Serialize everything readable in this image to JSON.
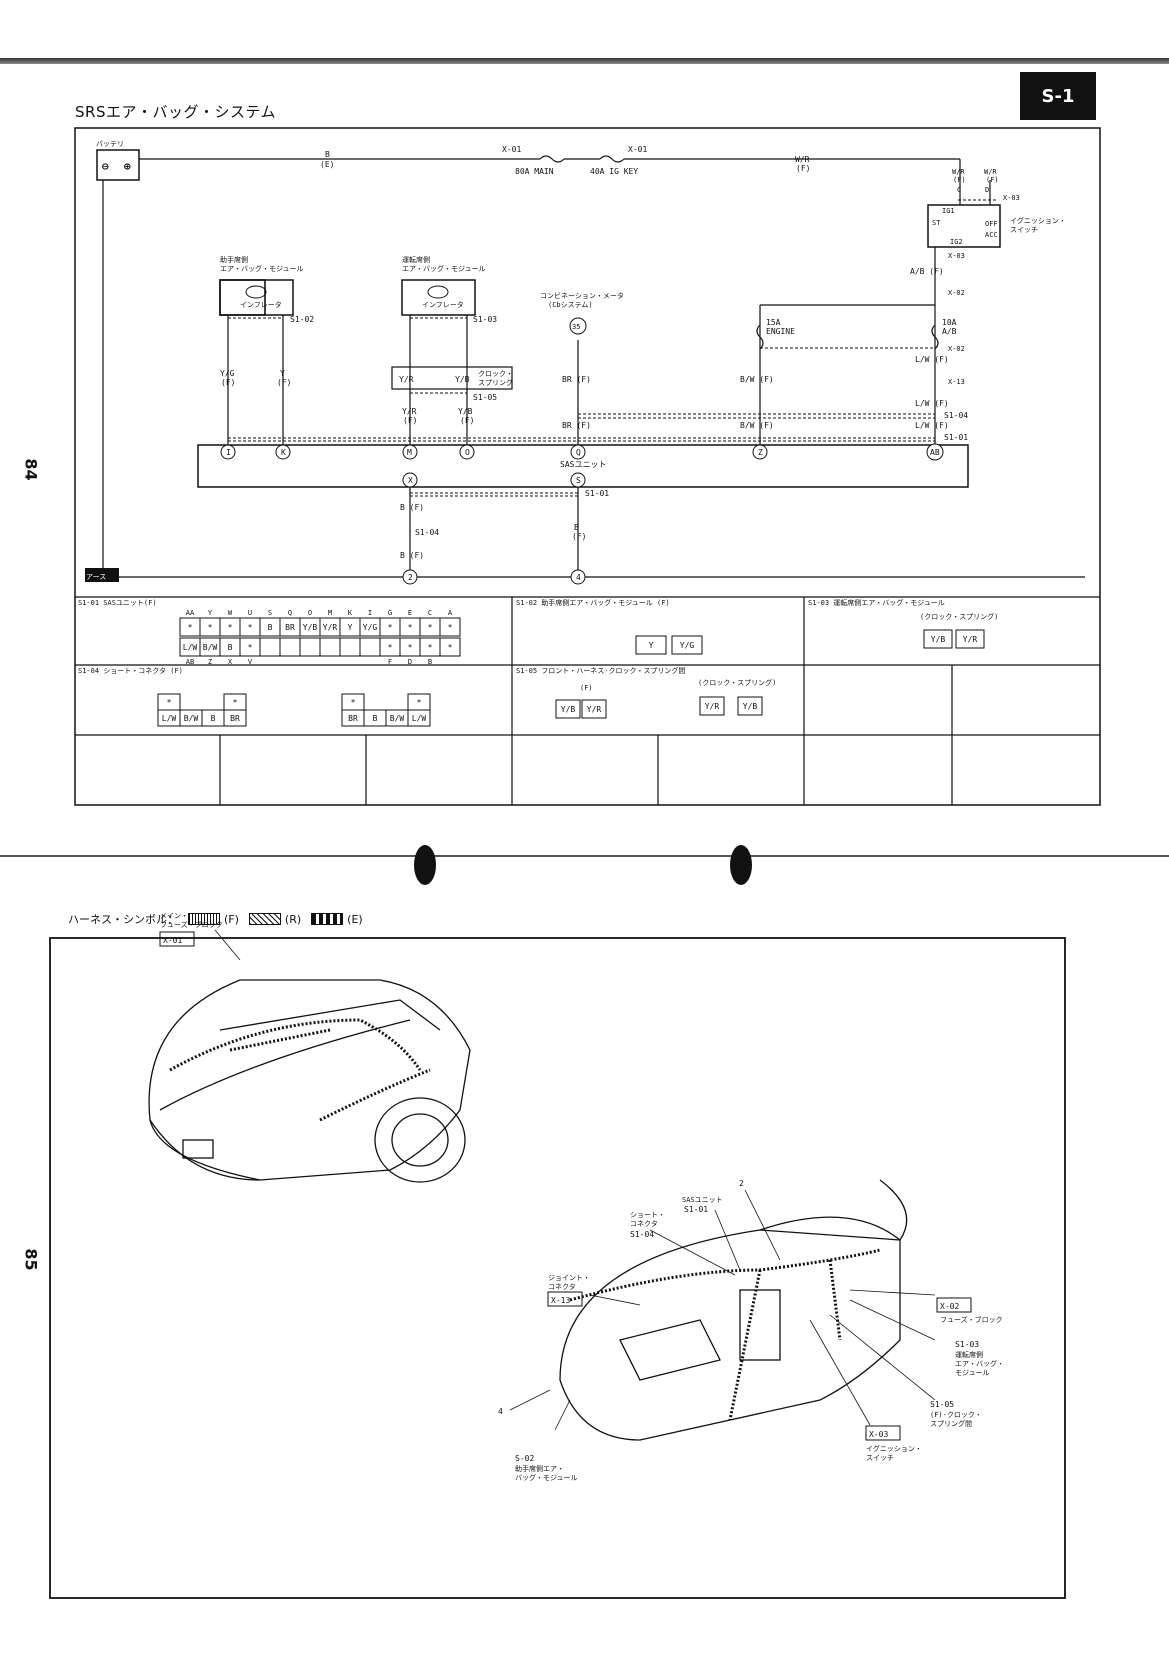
{
  "header": {
    "title": "SRSエア・バッグ・システム",
    "section": "S-1"
  },
  "page_numbers": {
    "upper": "84",
    "lower": "85"
  },
  "schematic": {
    "battery": "バッテリ",
    "ground": "アース",
    "main_wire": {
      "color": "B",
      "harness": "(E)"
    },
    "fuse_main": {
      "code": "X-01",
      "label": "80A MAIN"
    },
    "fuse_ig": {
      "code": "X-01",
      "label": "40A IG KEY"
    },
    "ig_wire": {
      "color": "W/R",
      "harness": "(F)"
    },
    "ig_switch": {
      "label_top": "W/R",
      "label_top2": "W/R",
      "harness_c": "(F)",
      "harness_d": "(F)",
      "pin_c": "C",
      "pin_d": "D",
      "code_top": "X-03",
      "code_bottom": "X-03",
      "name1": "イグニッション・",
      "name2": "スイッチ",
      "ig1": "IG1",
      "st": "ST",
      "off": "OFF",
      "acc": "ACC",
      "ig2": "IG2"
    },
    "wire_ab": "A/B (F)",
    "x02_top": "X-02",
    "fuse_engine": {
      "amp": "15A",
      "label": "ENGINE"
    },
    "fuse_ab": {
      "amp": "10A",
      "label": "A/B"
    },
    "x02_mid": "X-02",
    "wire_lw1": "L/W (F)",
    "x13": "X-13",
    "wire_lw2": "L/W (F)",
    "s104_r": "S1-04",
    "wire_lw3": "L/W (F)",
    "s101_r": "S1-01",
    "bw_wire": "B/W (F)",
    "meter": {
      "line1": "コンビネーション・メータ",
      "line2": "(Cbシステム)",
      "pin": "35"
    },
    "br_wire1": "BR (F)",
    "br_wire2": "BR (F)",
    "passenger_module": {
      "line1": "助手席側",
      "line2": "エア・バッグ・モジュール",
      "inflator": "インフレータ",
      "conn": "S1-02"
    },
    "driver_module": {
      "line1": "運転席側",
      "line2": "エア・バッグ・モジュール",
      "inflator": "インフレータ",
      "conn": "S1-03"
    },
    "passenger_wires": {
      "left": "Y/G",
      "right": "Y",
      "harness": "(F)"
    },
    "clock_spring": {
      "left": "Y/R",
      "right": "Y/B",
      "name1": "クロック・",
      "name2": "スプリング",
      "conn": "S1-05"
    },
    "driver_wires": {
      "left": "Y/R",
      "right": "Y/B",
      "harness": "(F)"
    },
    "sas_unit": "SASユニット",
    "sas_pins_top": [
      "I",
      "K",
      "M",
      "O",
      "Q",
      "Z",
      "AB"
    ],
    "sas_pins_bottom": [
      "X",
      "S"
    ],
    "s101_low": "S1-01",
    "s104_low": "S1-04",
    "gnd_wire1": "B (F)",
    "gnd_wire2": "B (F)",
    "gnd_wire3": "B",
    "gnd_wire3b": "(F)",
    "gnd_pin1": "2",
    "gnd_pin2": "4"
  },
  "connectors": {
    "s101": {
      "title": "S1-01 SASユニット(F)",
      "top_letters": [
        "AA",
        "Y",
        "W",
        "U",
        "S",
        "Q",
        "O",
        "M",
        "K",
        "I",
        "G",
        "E",
        "C",
        "A"
      ],
      "row1": [
        "*",
        "*",
        "*",
        "*",
        "B",
        "BR",
        "Y/B",
        "Y/R",
        "Y",
        "Y/G",
        "*",
        "*",
        "*",
        "*"
      ],
      "row2": [
        "L/W",
        "B/W",
        "B",
        "*",
        "",
        "",
        "",
        "",
        "",
        "",
        "*",
        "*",
        "*",
        "*"
      ],
      "bottom_letters": [
        "AB",
        "Z",
        "X",
        "V",
        "F",
        "D",
        "B"
      ]
    },
    "s102": {
      "title": "S1-02 助手席側エア・バッグ・モジュール (F)",
      "cells": [
        "Y",
        "Y/G"
      ]
    },
    "s103": {
      "title": "S1-03 運転席側エア・バッグ・モジュール",
      "sub": "(クロック・スプリング)",
      "cells": [
        "Y/B",
        "Y/R"
      ]
    },
    "s104": {
      "title": "S1-04 ショート・コネクタ (F)",
      "cells_a": [
        "L/W",
        "B/W",
        "B",
        "BR"
      ],
      "cells_b": [
        "BR",
        "B",
        "B/W",
        "L/W"
      ],
      "star": "*"
    },
    "s105": {
      "title": "S1-05 フロント・ハーネス-クロック・スプリング間",
      "sub_a": "(F)",
      "sub_b": "(クロック・スプリング)",
      "cells_a": [
        "Y/B",
        "Y/R"
      ],
      "cells_b": [
        "Y/R",
        "Y/B"
      ]
    }
  },
  "locator": {
    "legend": {
      "prefix": "ハーネス・シンボル：",
      "f": "(F)",
      "r": "(R)",
      "e": "(E)"
    },
    "engine": {
      "label1": "メイン・",
      "label2": "フューズ・ブロック",
      "code": "X-01"
    },
    "dash": {
      "sas1": "SASユニット",
      "sas_code": "S1-01",
      "pin2": "2",
      "short1": "ショート・",
      "short2": "コネクタ",
      "short_code": "S1-04",
      "joint1": "ジョイント・",
      "joint2": "コネクタ",
      "joint_code": "X-13",
      "pin4": "4",
      "s02_code": "S-02",
      "s02_l1": "助手席側エア・",
      "s02_l2": "バッグ・モジュール",
      "x02_code": "X-02",
      "x02_l1": "フューズ・ブロック",
      "s103_code": "S1-03",
      "s103_l1": "運転席側",
      "s103_l2": "エア・バッグ・",
      "s103_l3": "モジュール",
      "s105_code": "S1-05",
      "s105_l1": "(F)-クロック・",
      "s105_l2": "スプリング間",
      "x03_code": "X-03",
      "x03_l1": "イグニッション・",
      "x03_l2": "スイッチ"
    }
  }
}
